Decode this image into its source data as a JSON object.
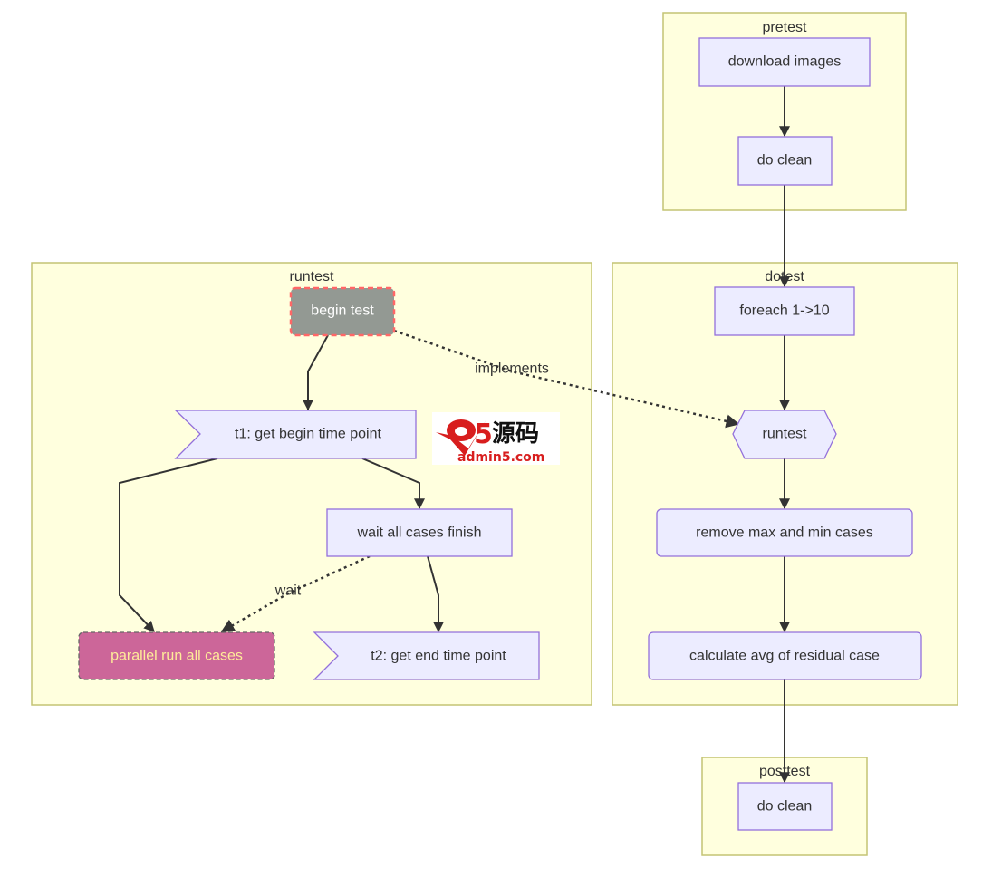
{
  "diagram": {
    "type": "flowchart",
    "colors": {
      "cluster_fill": "#ffffde",
      "cluster_stroke": "#c4c474",
      "node_fill": "#ececff",
      "node_stroke": "#9370db",
      "begin_fill": "#939993",
      "begin_stroke": "#ff6666",
      "parallel_fill": "#cc6699",
      "parallel_text": "#ffec99",
      "edge": "#333333"
    },
    "clusters": {
      "pretest": "pretest",
      "runtest": "runtest",
      "dotest": "dotest",
      "posttest": "posttest"
    },
    "nodes": {
      "download_images": "download images",
      "pre_clean": "do clean",
      "begin_test": "begin test",
      "t1": "t1: get begin time point",
      "wait_all": "wait all cases finish",
      "parallel_run": "parallel run all cases",
      "t2": "t2: get end time point",
      "foreach": "foreach 1->10",
      "runtest_call": "runtest",
      "remove_max_min": "remove max and min cases",
      "calc_avg": "calculate avg of residual case",
      "post_clean": "do clean"
    },
    "edge_labels": {
      "implements": "implements",
      "wait": "wait"
    },
    "watermark": {
      "brand_mark": "a5",
      "brand_cn": "源码",
      "domain": "admin5.com"
    }
  }
}
